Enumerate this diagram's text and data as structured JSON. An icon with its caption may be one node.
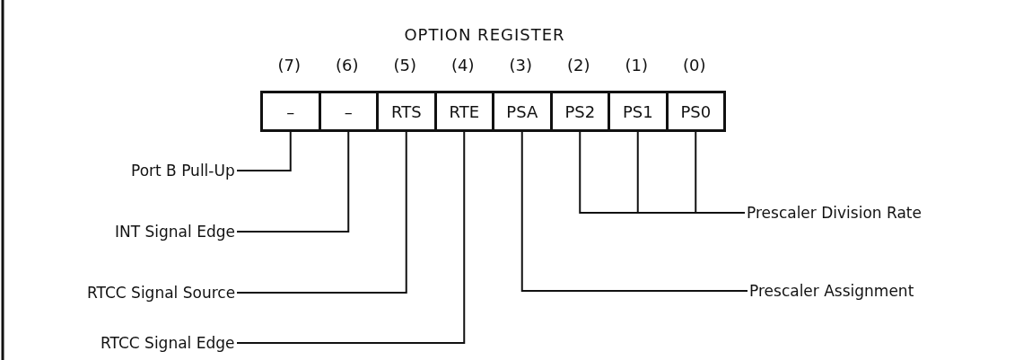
{
  "diagram": {
    "title": "OPTION REGISTER",
    "nodes": [
      {
        "text": [
          "–"
        ],
        "beside": [
          "(7)"
        ]
      },
      {
        "text": [
          "–"
        ],
        "beside": [
          "(6)"
        ]
      },
      {
        "text": [
          "RTS"
        ],
        "beside": [
          "(5)"
        ]
      },
      {
        "text": [
          "RTE"
        ],
        "beside": [
          "(4)"
        ]
      },
      {
        "text": [
          "PSA"
        ],
        "beside": [
          "(3)"
        ]
      },
      {
        "text": [
          "PS2"
        ],
        "beside": [
          "(2)"
        ]
      },
      {
        "text": [
          "PS1"
        ],
        "beside": [
          "(1)"
        ]
      },
      {
        "text": [
          "PS0"
        ],
        "beside": [
          "(0)"
        ]
      },
      {
        "text": [
          "Port B Pull-Up"
        ]
      },
      {
        "text": [
          "Prescaler Division Rate"
        ]
      },
      {
        "text": [
          "INT Signal Edge"
        ]
      },
      {
        "text": [
          "Prescaler Assignment"
        ]
      },
      {
        "text": [
          "RTCC Signal Source"
        ]
      },
      {
        "text": [
          "RTCC Signal Edge"
        ]
      }
    ],
    "edges": [
      {
        "from": 8,
        "to": 0,
        "arrow": "none"
      },
      {
        "from": 9,
        "to": 5,
        "arrow": "none"
      },
      {
        "from": 9,
        "to": 6,
        "arrow": "none"
      },
      {
        "from": 9,
        "to": 7,
        "arrow": "none"
      },
      {
        "from": 10,
        "to": 1,
        "arrow": "none"
      },
      {
        "from": 11,
        "to": 4,
        "arrow": "none"
      },
      {
        "from": 12,
        "to": 2,
        "arrow": "none"
      },
      {
        "from": 13,
        "to": 3,
        "arrow": "none"
      }
    ]
  }
}
